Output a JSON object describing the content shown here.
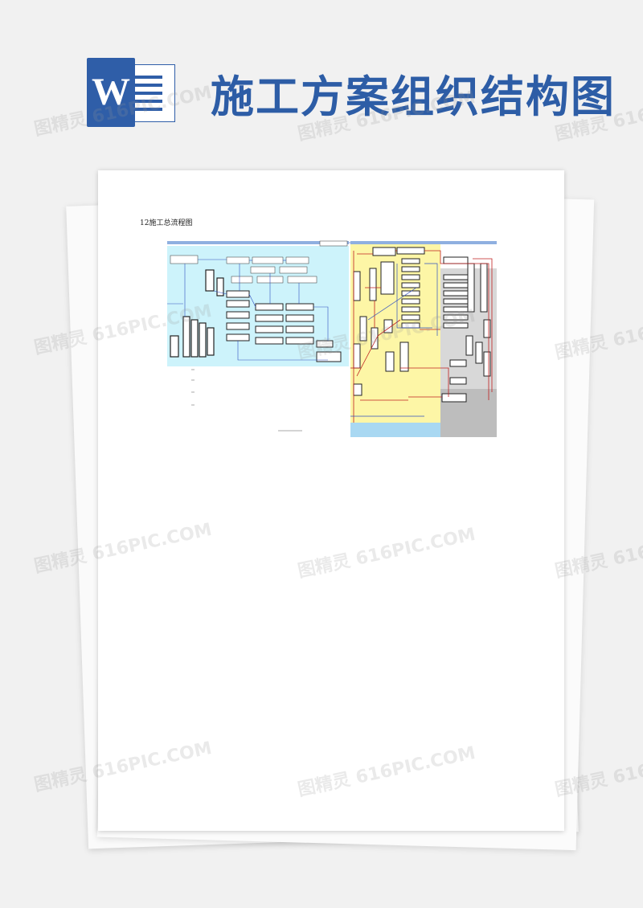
{
  "header": {
    "app_icon": "word-icon",
    "app_icon_letter": "W",
    "title": "施工方案组织结构图"
  },
  "watermark": {
    "text": "图精灵 616PIC.COM"
  },
  "document": {
    "heading": "12施工总流程图"
  },
  "colors": {
    "title_blue": "#2d5da6",
    "region_cyan": "#cdf3fb",
    "region_yellow": "#fdf6a6",
    "region_gray": "#bdbdbd",
    "connector_red": "#c02020",
    "connector_blue": "#3050c0"
  }
}
